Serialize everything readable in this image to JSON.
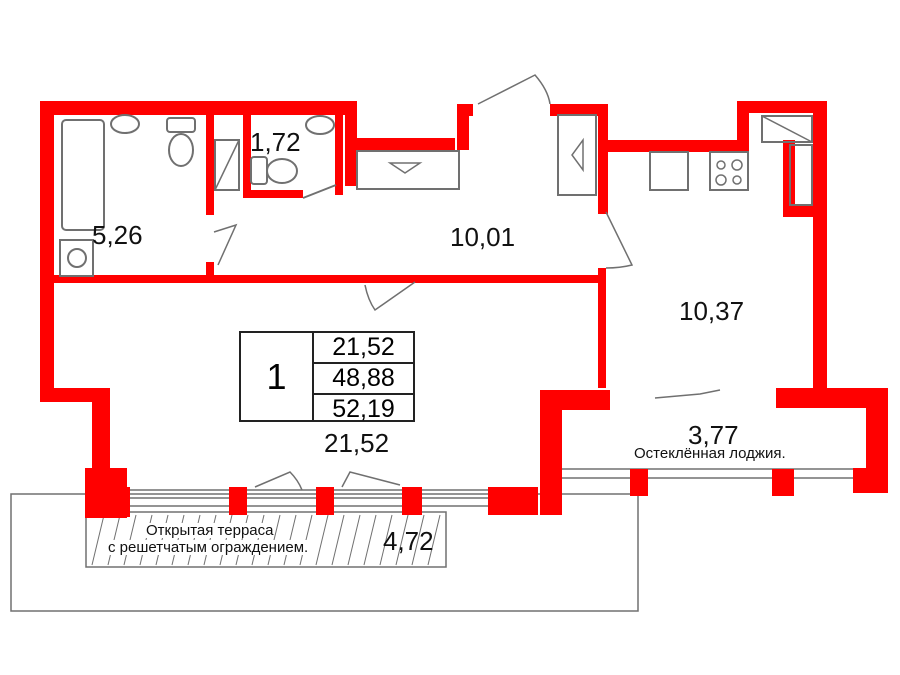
{
  "plan": {
    "wall_color": "#ff0000",
    "fixture_color": "#707070",
    "rooms": [
      {
        "id": "bathroom",
        "area": "5,26"
      },
      {
        "id": "wc",
        "area": "1,72"
      },
      {
        "id": "hallway",
        "area": "10,01"
      },
      {
        "id": "kitchen",
        "area": "10,37"
      },
      {
        "id": "living-room",
        "area": "21,52"
      },
      {
        "id": "loggia",
        "area": "3,77",
        "note": "Остеклённая лоджия."
      },
      {
        "id": "terrace",
        "area": "4,72",
        "note_line1": "Открытая терраса",
        "note_line2": "с решетчатым ограждением."
      }
    ]
  },
  "summary": {
    "rooms_count": "1",
    "living_area": "21,52",
    "total_area": "48,88",
    "total_with_outdoor": "52,19"
  }
}
